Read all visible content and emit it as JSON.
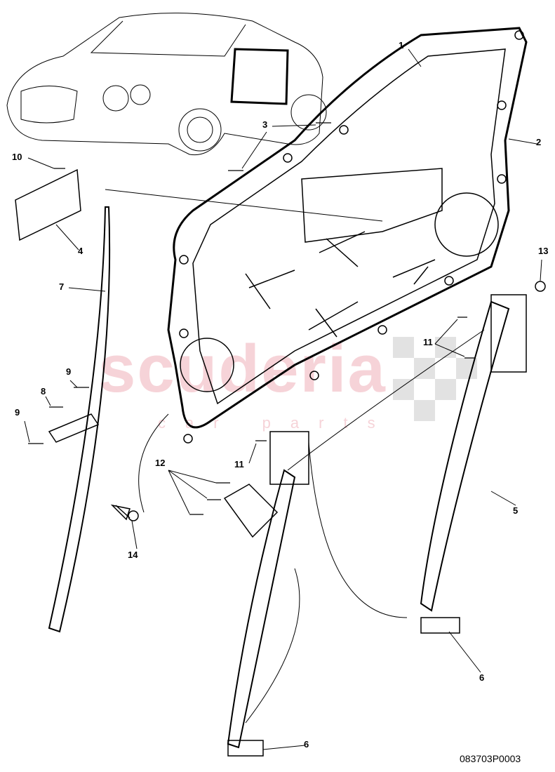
{
  "diagram": {
    "drawing_code": "083703P0003",
    "watermark": {
      "main": "scuderia",
      "sub": "car parts"
    },
    "callouts": [
      {
        "id": "1"
      },
      {
        "id": "2"
      },
      {
        "id": "3"
      },
      {
        "id": "10"
      },
      {
        "id": "4"
      },
      {
        "id": "7"
      },
      {
        "id": "9"
      },
      {
        "id": "8"
      },
      {
        "id": "9"
      },
      {
        "id": "13"
      },
      {
        "id": "11"
      },
      {
        "id": "11"
      },
      {
        "id": "12"
      },
      {
        "id": "14"
      },
      {
        "id": "5"
      },
      {
        "id": "6"
      },
      {
        "id": "6"
      }
    ],
    "colors": {
      "line": "#000000",
      "watermark": "#f4c9cf",
      "checker": "#d9d9d9"
    }
  }
}
